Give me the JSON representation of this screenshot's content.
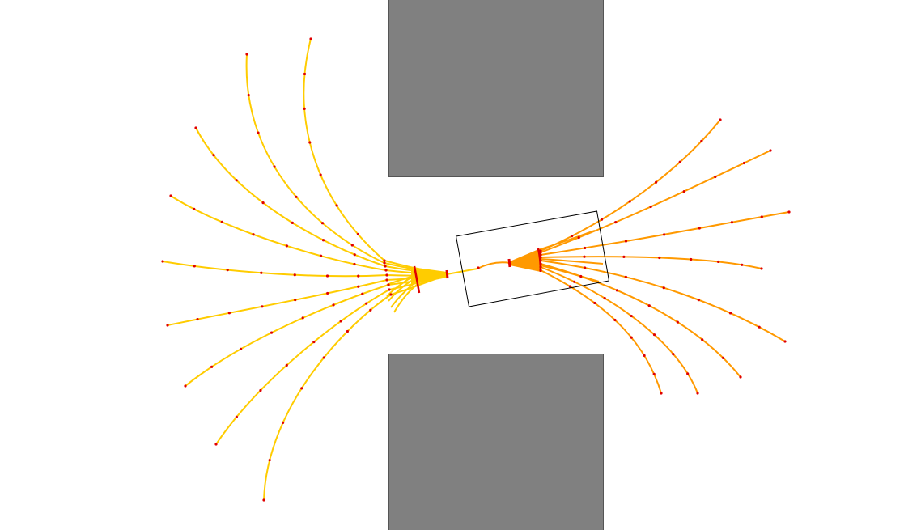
{
  "scene": {
    "background_color": "#ffffff",
    "obstacle_color": "#808080",
    "obstacle_count": 2,
    "left_tree_color": "#FFCC00",
    "right_tree_color": "#FF9900",
    "waypoint_color": "#E00000",
    "robot_outline_color": "#000000",
    "left_tree_branch_count": 14,
    "right_tree_branch_count": 11
  }
}
